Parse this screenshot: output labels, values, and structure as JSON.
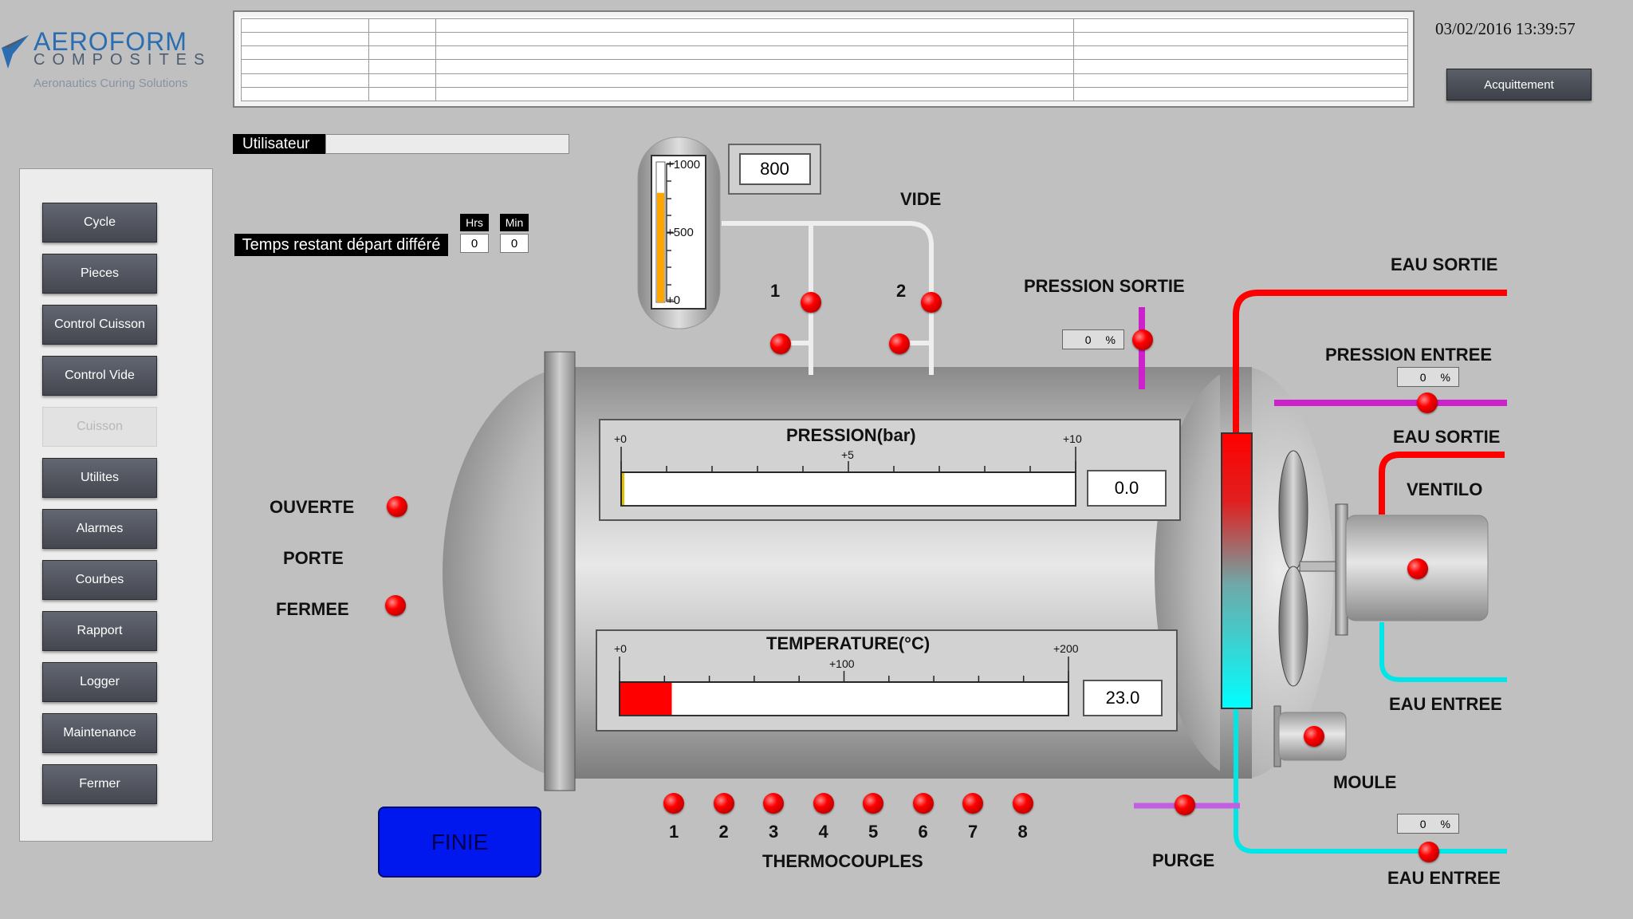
{
  "logo": {
    "brand": "AEROFORM",
    "sub": "COMPOSITES",
    "tagline": "Aeronautics Curing Solutions"
  },
  "datetime": "03/02/2016 13:39:57",
  "ack_button": "Acquittement",
  "user": {
    "label": "Utilisateur",
    "value": ""
  },
  "deferred": {
    "label": "Temps restant départ différé",
    "hrs_label": "Hrs",
    "min_label": "Min",
    "hrs": "0",
    "min": "0"
  },
  "sidebar": {
    "items": [
      {
        "label": "Cycle",
        "enabled": true
      },
      {
        "label": "Pieces",
        "enabled": true
      },
      {
        "label": "Control Cuisson",
        "enabled": true
      },
      {
        "label": "Control Vide",
        "enabled": true
      },
      {
        "label": "Cuisson",
        "enabled": false
      },
      {
        "label": "Utilites",
        "enabled": true
      },
      {
        "label": "Alarmes",
        "enabled": true
      },
      {
        "label": "Courbes",
        "enabled": true
      },
      {
        "label": "Rapport",
        "enabled": true
      },
      {
        "label": "Logger",
        "enabled": true
      },
      {
        "label": "Maintenance",
        "enabled": true
      },
      {
        "label": "Fermer",
        "enabled": true
      }
    ]
  },
  "vacuum": {
    "title": "VIDE",
    "setpoint": "800",
    "scale": {
      "max": "+1000",
      "mid": "+500",
      "min": "+0"
    },
    "level_fraction": 0.78,
    "valve1": "1",
    "valve2": "2"
  },
  "pressure_out": {
    "label": "PRESSION SORTIE",
    "value": "0",
    "unit": "%"
  },
  "pressure_in": {
    "label": "PRESSION ENTREE",
    "value": "0",
    "unit": "%"
  },
  "water_out_top": "EAU SORTIE",
  "water_out_mid": "EAU SORTIE",
  "ventilo": "VENTILO",
  "water_in_mid": "EAU ENTREE",
  "moule": "MOULE",
  "purge": "PURGE",
  "water_in_bottom": {
    "label": "EAU ENTREE",
    "value": "0",
    "unit": "%"
  },
  "door": {
    "open": "OUVERTE",
    "title": "PORTE",
    "closed": "FERMEE"
  },
  "pressure_gauge": {
    "title": "PRESSION(bar)",
    "min_label": "+0",
    "mid_label": "+5",
    "max_label": "+10",
    "max": 10,
    "value": 0.0,
    "display": "0.0"
  },
  "temperature_gauge": {
    "title": "TEMPERATURE(°C)",
    "min_label": "+0",
    "mid_label": "+100",
    "max_label": "+200",
    "max": 200,
    "value": 23.0,
    "display": "23.0"
  },
  "thermocouples": {
    "label": "THERMOCOUPLES",
    "items": [
      "1",
      "2",
      "3",
      "4",
      "5",
      "6",
      "7",
      "8"
    ]
  },
  "status_button": "FINIE",
  "colors": {
    "hot": "#ff0000",
    "cold": "#00e5e5",
    "purge": "#c060e0",
    "pressure_line": "#cc22cc",
    "finie": "#0018ee"
  }
}
